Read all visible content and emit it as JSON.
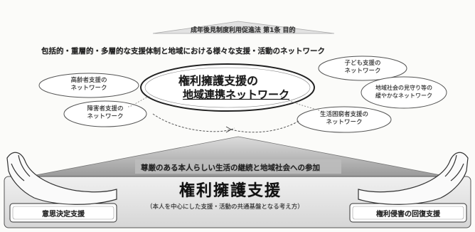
{
  "top_banner": "成年後見制度利用促進法 第1条 目的",
  "network_heading": "包括的・重層的・多層的な支援体制と地域における様々な支援・活動のネットワーク",
  "center_title_line1": "権利擁護支援の",
  "center_title_line2": "地域連携ネットワーク",
  "networks": {
    "elderly": "高齢者支援の\nネットワーク",
    "disability": "障害者支援の\nネットワーク",
    "children": "子ども支援の\nネットワーク",
    "community": "地域社会の見守り等の\n緩やかなネットワーク",
    "livelihood": "生活困窮者支援の\nネットワーク"
  },
  "goal_banner": "尊厳のある本人らしい生活の継続と地域社会への参加",
  "main_title": "権利擁護支援",
  "main_subtitle": "（本人を中心にした支援・活動の共通基盤となる考え方）",
  "left_box": "意思決定支援",
  "right_box": "権利侵害の回復支援"
}
